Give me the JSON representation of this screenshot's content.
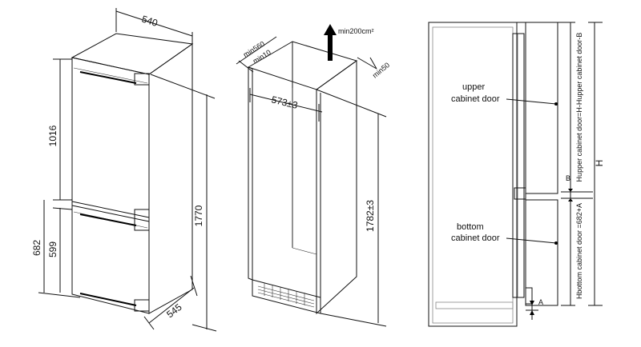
{
  "fridge": {
    "width": "540",
    "upper_height": "1016",
    "total_height": "1770",
    "lower_height": "682",
    "lower_inner": "599",
    "depth": "545"
  },
  "niche": {
    "depth": "min560",
    "gap": "min10",
    "airflow": "min200cm²",
    "top_gap": "min50",
    "width": "573±3",
    "height": "1782±3"
  },
  "side": {
    "upper_label_1": "upper",
    "upper_label_2": "cabinet door",
    "bottom_label_1": "bottom",
    "bottom_label_2": "cabinet door",
    "upper_formula": "Hᵤₚₚₑᵣ cabinet door=H-Hᵤₚₚₑᵣ cabinet door-B",
    "upper_formula_plain": "Hupper cabinet door=H-Hupper cabinet door-B",
    "bottom_formula": "Hbottom cabinet door =682+A",
    "B": "B",
    "H": "H",
    "A": "A"
  }
}
